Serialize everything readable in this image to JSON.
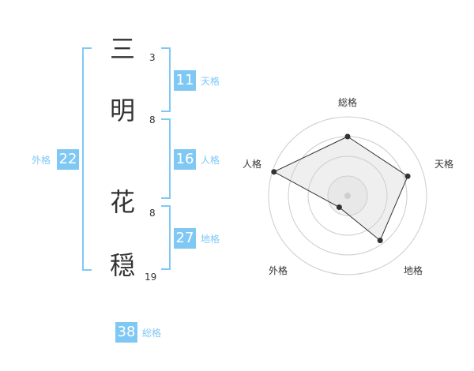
{
  "name": {
    "characters": [
      {
        "char": "三",
        "strokes": "3"
      },
      {
        "char": "明",
        "strokes": "8"
      },
      {
        "char": "花",
        "strokes": "8"
      },
      {
        "char": "穏",
        "strokes": "19"
      }
    ]
  },
  "fortunes": {
    "tenkaku": {
      "value": "11",
      "label": "天格"
    },
    "jinkaku": {
      "value": "16",
      "label": "人格"
    },
    "chikaku": {
      "value": "27",
      "label": "地格"
    },
    "gaikaku": {
      "value": "22",
      "label": "外格"
    },
    "soukaku": {
      "value": "38",
      "label": "総格"
    }
  },
  "radar": {
    "labels": {
      "top": "総格",
      "right": "天格",
      "bottom_right": "地格",
      "bottom_left": "外格",
      "left": "人格"
    },
    "levels": 4,
    "values": {
      "soukaku": 0.75,
      "tenkaku": 0.8,
      "chikaku": 0.7,
      "gaikaku": 0.18,
      "jinkaku": 0.98
    }
  },
  "colors": {
    "accent": "#80c8f4",
    "text": "#333333",
    "grid": "#cccccc",
    "fill": "#eeeeee"
  }
}
